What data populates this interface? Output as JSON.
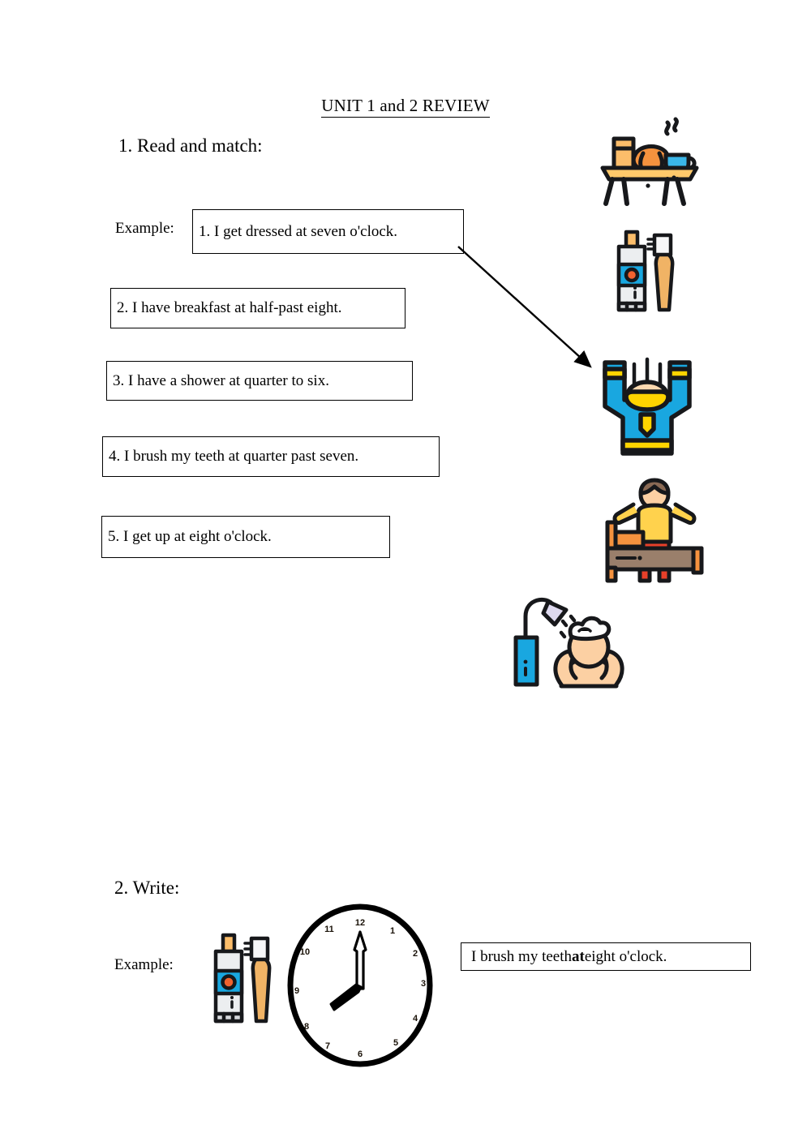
{
  "document": {
    "title": "UNIT 1 and 2 REVIEW"
  },
  "section1": {
    "heading": "1. Read and match:",
    "example_label": "Example:",
    "sentences": [
      {
        "text": "1. I get dressed at seven o'clock."
      },
      {
        "text": "2. I have breakfast at half-past eight."
      },
      {
        "text": "3. I have a shower at quarter to six."
      },
      {
        "text": "4. I brush my teeth at quarter past seven."
      },
      {
        "text": "5. I get up at eight o'clock."
      }
    ],
    "icons": [
      {
        "name": "breakfast-tray-icon",
        "label": "breakfast tray with juice, croissant and hot cup"
      },
      {
        "name": "toothpaste-toothbrush-icon",
        "label": "toothpaste tube and toothbrush"
      },
      {
        "name": "getting-dressed-icon",
        "label": "person pulling on a blue sweater"
      },
      {
        "name": "waking-up-icon",
        "label": "person getting up from bed"
      },
      {
        "name": "shower-icon",
        "label": "person washing hair under a shower"
      }
    ],
    "match_arrow": {
      "from": "example-sentence-box",
      "to": "getting-dressed-icon"
    }
  },
  "section2": {
    "heading": "2. Write:",
    "example_label": "Example:",
    "icon": {
      "name": "toothpaste-toothbrush-icon",
      "label": "toothpaste tube and toothbrush"
    },
    "clock": {
      "numbers": [
        "12",
        "1",
        "2",
        "3",
        "4",
        "5",
        "6",
        "7",
        "8",
        "9",
        "10",
        "11"
      ],
      "hour_hand": 8,
      "minute_hand": 12,
      "time_text": "eight o'clock"
    },
    "answer": {
      "before": "I brush my teeth ",
      "bold": "at",
      "after": " eight o'clock."
    }
  },
  "colors": {
    "ink": "#000000",
    "paper": "#ffffff",
    "blue": "#19a7e0",
    "yellow": "#ffd400",
    "orange": "#f5923e",
    "light_orange": "#fbbd6a",
    "red": "#e8402a",
    "skin": "#fcd0a3",
    "brown": "#8a6a55",
    "grey": "#e3e3e5",
    "tan": "#f0b365"
  }
}
